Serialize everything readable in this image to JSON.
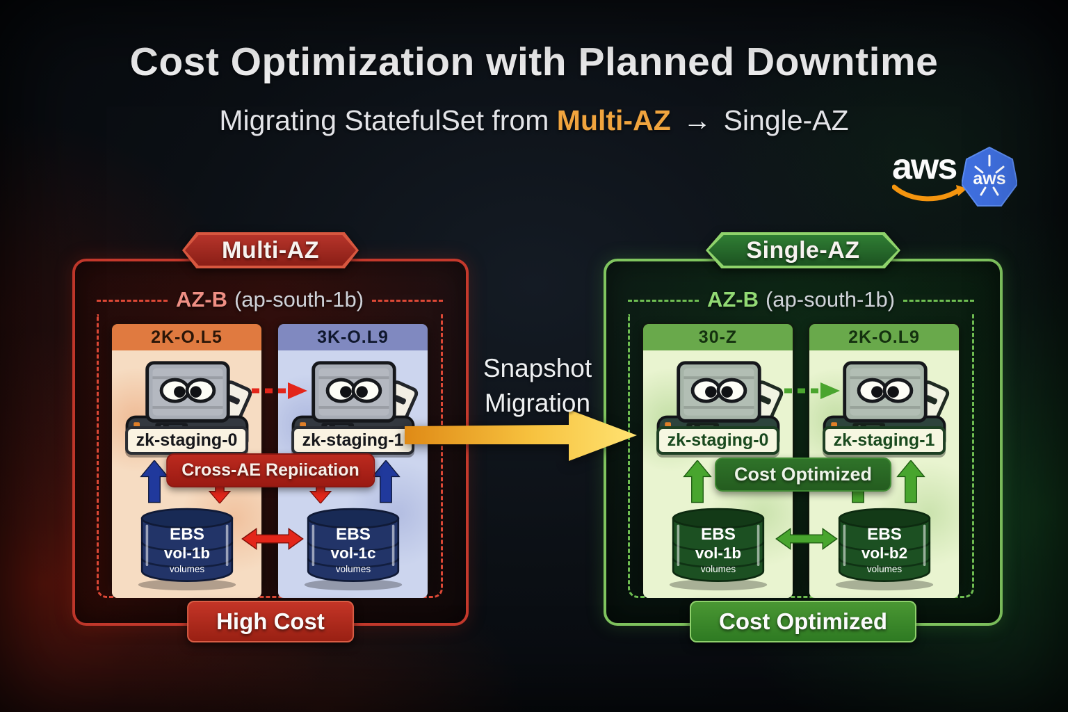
{
  "header": {
    "title": "Cost Optimization with Planned Downtime",
    "subtitle_prefix": "Migrating StatefulSet from",
    "subtitle_highlight": "Multi-AZ",
    "subtitle_arrow": "→",
    "subtitle_suffix": "Single-AZ"
  },
  "logos": {
    "aws_text": "aws",
    "k8s_text": "aws"
  },
  "left_panel": {
    "badge": "Multi-AZ",
    "az_name": "AZ-B",
    "az_region": "(ap-south-1b)",
    "cards": [
      {
        "header": "2K-O.L5",
        "pod_label": "zk-staging-0",
        "ebs_title": "EBS",
        "ebs_vol": "vol-1b",
        "ebs_caption": "volumes"
      },
      {
        "header": "3K-O.L9",
        "pod_label": "zk-staging-1",
        "ebs_title": "EBS",
        "ebs_vol": "vol-1c",
        "ebs_caption": "volumes"
      }
    ],
    "replication_label": "Cross-AE Repiication",
    "banner": "High Cost"
  },
  "migration": {
    "line1": "Snapshot",
    "line2": "Migration"
  },
  "right_panel": {
    "badge": "Single-AZ",
    "az_name": "AZ-B",
    "az_region": "(ap-south-1b)",
    "cards": [
      {
        "header": "30-Z",
        "pod_label": "zk-staging-0",
        "ebs_title": "EBS",
        "ebs_vol": "vol-1b",
        "ebs_caption": "volumes"
      },
      {
        "header": "2K-O.L9",
        "pod_label": "zk-staging-1",
        "ebs_title": "EBS",
        "ebs_vol": "vol-b2",
        "ebs_caption": "volumes"
      }
    ],
    "optimized_label": "Cost Optimized",
    "banner": "Cost Optimized"
  },
  "colors": {
    "accent_red": "#c5392c",
    "accent_green": "#80c55f",
    "highlight_gold": "#f0a43e",
    "aws_orange": "#f5950f",
    "k8s_blue": "#3f6fdf",
    "ebs_navy": "#223468",
    "ebs_green": "#1c5022",
    "migration_arrow": "#f7c23f"
  }
}
